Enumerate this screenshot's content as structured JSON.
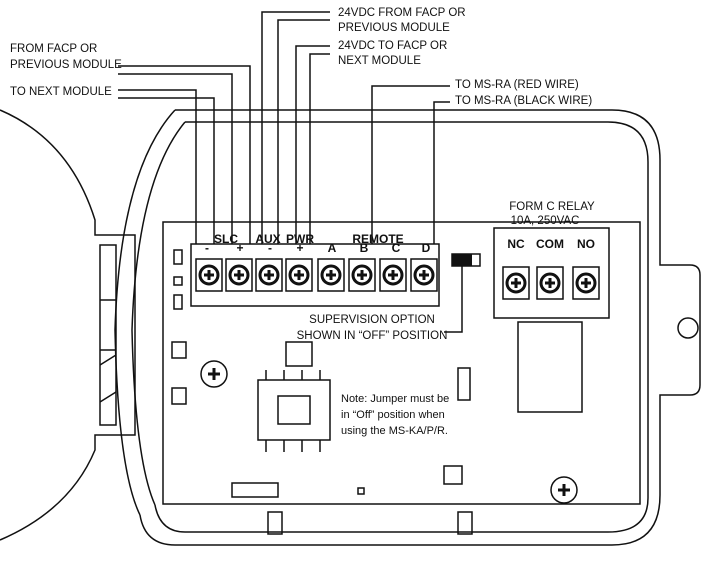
{
  "callouts": {
    "from_facp_1": "FROM FACP OR",
    "from_facp_2": "PREVIOUS MODULE",
    "to_next_module": "TO NEXT MODULE",
    "aux_from_1": "24VDC FROM FACP OR",
    "aux_from_2": "PREVIOUS MODULE",
    "aux_to_1": "24VDC TO FACP OR",
    "aux_to_2": "NEXT MODULE",
    "ms_ra_red": "TO MS-RA (RED WIRE)",
    "ms_ra_black": "TO MS-RA (BLACK WIRE)",
    "supervision_1": "SUPERVISION OPTION",
    "supervision_2": "SHOWN IN “OFF” POSITION",
    "note_1": "Note: Jumper must be",
    "note_2": "in “Off” position when",
    "note_3": "using the MS-KA/P/R.",
    "relay_title": "FORM C RELAY",
    "relay_rating": "10A, 250VAC"
  },
  "terminal_labels": {
    "slc": "SLC",
    "slc_minus": "-",
    "slc_plus": "+",
    "aux": "AUX",
    "aux_minus": "-",
    "pwr": "PWR",
    "pwr_plus": "+",
    "remote": "REMOTE",
    "a": "A",
    "b": "B",
    "c": "C",
    "d": "D",
    "nc": "NC",
    "com": "COM",
    "no": "NO"
  },
  "colors": {
    "line": "#111111",
    "background": "#ffffff"
  }
}
